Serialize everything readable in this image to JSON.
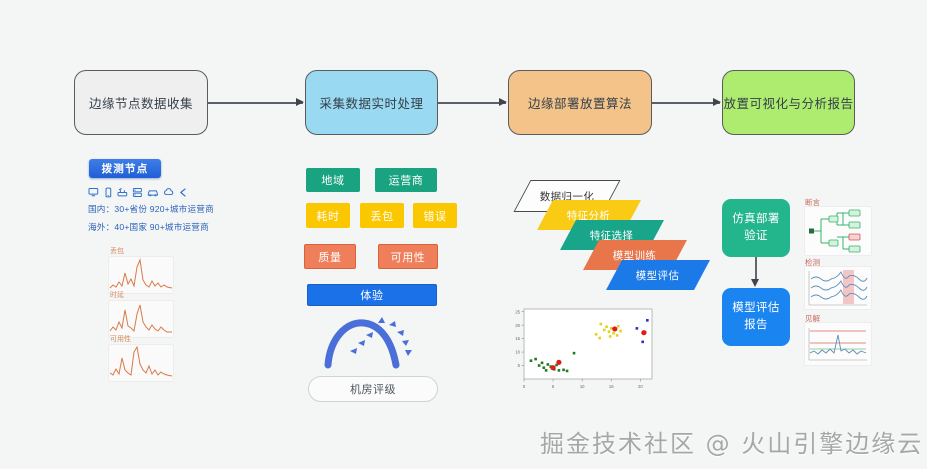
{
  "flow": {
    "steps": [
      {
        "label": "边缘节点数据收集",
        "color": "#efefef"
      },
      {
        "label": "采集数据实时处理",
        "color": "#9ad9f2"
      },
      {
        "label": "边缘部署放置算法",
        "color": "#f3c38a"
      },
      {
        "label": "放置可视化与分析报告",
        "color": "#aeec70"
      }
    ]
  },
  "left_panel": {
    "probe_button": "拨测节点",
    "device_icons": [
      "desktop-icon",
      "mobile-icon",
      "router-icon",
      "server-icon",
      "car-icon",
      "cloud-icon",
      "link-icon"
    ],
    "stats": [
      "国内：30+省份  920+城市运营商",
      "海外：40+国家  90+城市运营商"
    ],
    "sparklines": [
      {
        "label": "丢包",
        "values": [
          6,
          9,
          7,
          12,
          8,
          22,
          10,
          14,
          9,
          30,
          46,
          16,
          10,
          8,
          14,
          9,
          12,
          7,
          10,
          8
        ]
      },
      {
        "label": "时延",
        "values": [
          8,
          12,
          9,
          16,
          11,
          30,
          14,
          11,
          9,
          26,
          44,
          18,
          12,
          9,
          13,
          10,
          8,
          11,
          9,
          7
        ]
      },
      {
        "label": "可用性",
        "values": [
          10,
          8,
          13,
          9,
          26,
          12,
          10,
          9,
          34,
          50,
          20,
          13,
          10,
          16,
          9,
          12,
          8,
          11,
          9,
          8
        ]
      }
    ]
  },
  "middle_panel": {
    "tags": [
      {
        "label": "地域",
        "color": "#1aa380",
        "group": "dimension"
      },
      {
        "label": "运营商",
        "color": "#1aa380",
        "group": "dimension"
      },
      {
        "label": "耗时",
        "color": "#fbc700",
        "group": "metric"
      },
      {
        "label": "丢包",
        "color": "#fbc700",
        "group": "metric"
      },
      {
        "label": "错误",
        "color": "#fbc700",
        "group": "metric"
      },
      {
        "label": "质量",
        "color": "#ef7f5a",
        "group": "aggregate"
      },
      {
        "label": "可用性",
        "color": "#ef7f5a",
        "group": "aggregate"
      },
      {
        "label": "体验",
        "color": "#1b72e8",
        "group": "result"
      }
    ],
    "idc_label": "机房评级"
  },
  "pipeline": {
    "stages": [
      {
        "label": "数据归一化",
        "color": "#fdfdfd"
      },
      {
        "label": "特征分析",
        "color": "#f9cb14"
      },
      {
        "label": "特征选择",
        "color": "#18a589"
      },
      {
        "label": "模型训练",
        "color": "#e8764a"
      },
      {
        "label": "模型评估",
        "color": "#1c79e8"
      }
    ]
  },
  "chart_data": {
    "type": "scatter",
    "title": "",
    "xlabel": "",
    "ylabel": "",
    "xlim": [
      0,
      22
    ],
    "ylim": [
      0,
      26
    ],
    "xticks": [
      0,
      5,
      10,
      15,
      20
    ],
    "yticks": [
      5,
      10,
      15,
      20,
      25
    ],
    "grid": false,
    "legend": "none",
    "series": [
      {
        "name": "cluster-green",
        "color": "#1f7a1f",
        "points": [
          [
            1.2,
            6.8
          ],
          [
            2.0,
            7.4
          ],
          [
            2.6,
            5.0
          ],
          [
            3.1,
            6.0
          ],
          [
            3.4,
            4.2
          ],
          [
            4.1,
            5.4
          ],
          [
            4.6,
            4.6
          ],
          [
            4.8,
            4.0
          ],
          [
            5.0,
            4.4
          ],
          [
            5.2,
            3.6
          ],
          [
            6.0,
            3.2
          ],
          [
            6.8,
            3.4
          ],
          [
            7.4,
            3.0
          ],
          [
            8.6,
            9.6
          ],
          [
            3.8,
            3.2
          ],
          [
            5.6,
            5.2
          ]
        ]
      },
      {
        "name": "cluster-yellow",
        "color": "#e3d21a",
        "points": [
          [
            13.2,
            20.4
          ],
          [
            13.8,
            18.2
          ],
          [
            14.2,
            19.4
          ],
          [
            14.6,
            17.6
          ],
          [
            15.0,
            18.8
          ],
          [
            15.4,
            17.0
          ],
          [
            15.8,
            18.4
          ],
          [
            16.2,
            19.6
          ],
          [
            16.6,
            17.8
          ],
          [
            13.0,
            15.2
          ],
          [
            12.4,
            16.6
          ],
          [
            14.8,
            15.8
          ],
          [
            16.0,
            16.2
          ]
        ]
      },
      {
        "name": "cluster-blue",
        "color": "#2b2bcc",
        "points": [
          [
            21.2,
            21.8
          ],
          [
            19.4,
            18.8
          ],
          [
            20.4,
            13.8
          ],
          [
            20.8,
            17.4
          ]
        ]
      },
      {
        "name": "centroids",
        "color": "#e01b1b",
        "points": [
          [
            6.0,
            6.2
          ],
          [
            5.0,
            4.2
          ],
          [
            15.6,
            18.6
          ],
          [
            20.6,
            17.2
          ]
        ]
      }
    ]
  },
  "right_panel": {
    "boxes": [
      {
        "label": "仿真部署\n验证",
        "line1": "仿真部署",
        "line2": "验证",
        "color": "#23b58b"
      },
      {
        "label": "模型评估\n报告",
        "line1": "模型评估",
        "line2": "报告",
        "color": "#1a84f0"
      }
    ],
    "mini_cards": [
      {
        "label": "断言",
        "kind": "tree-diagram"
      },
      {
        "label": "检测",
        "kind": "waveform-highlight"
      },
      {
        "label": "见解",
        "kind": "line-chart"
      }
    ]
  },
  "watermark": "掘金技术社区 @ 火山引擎边缘云"
}
